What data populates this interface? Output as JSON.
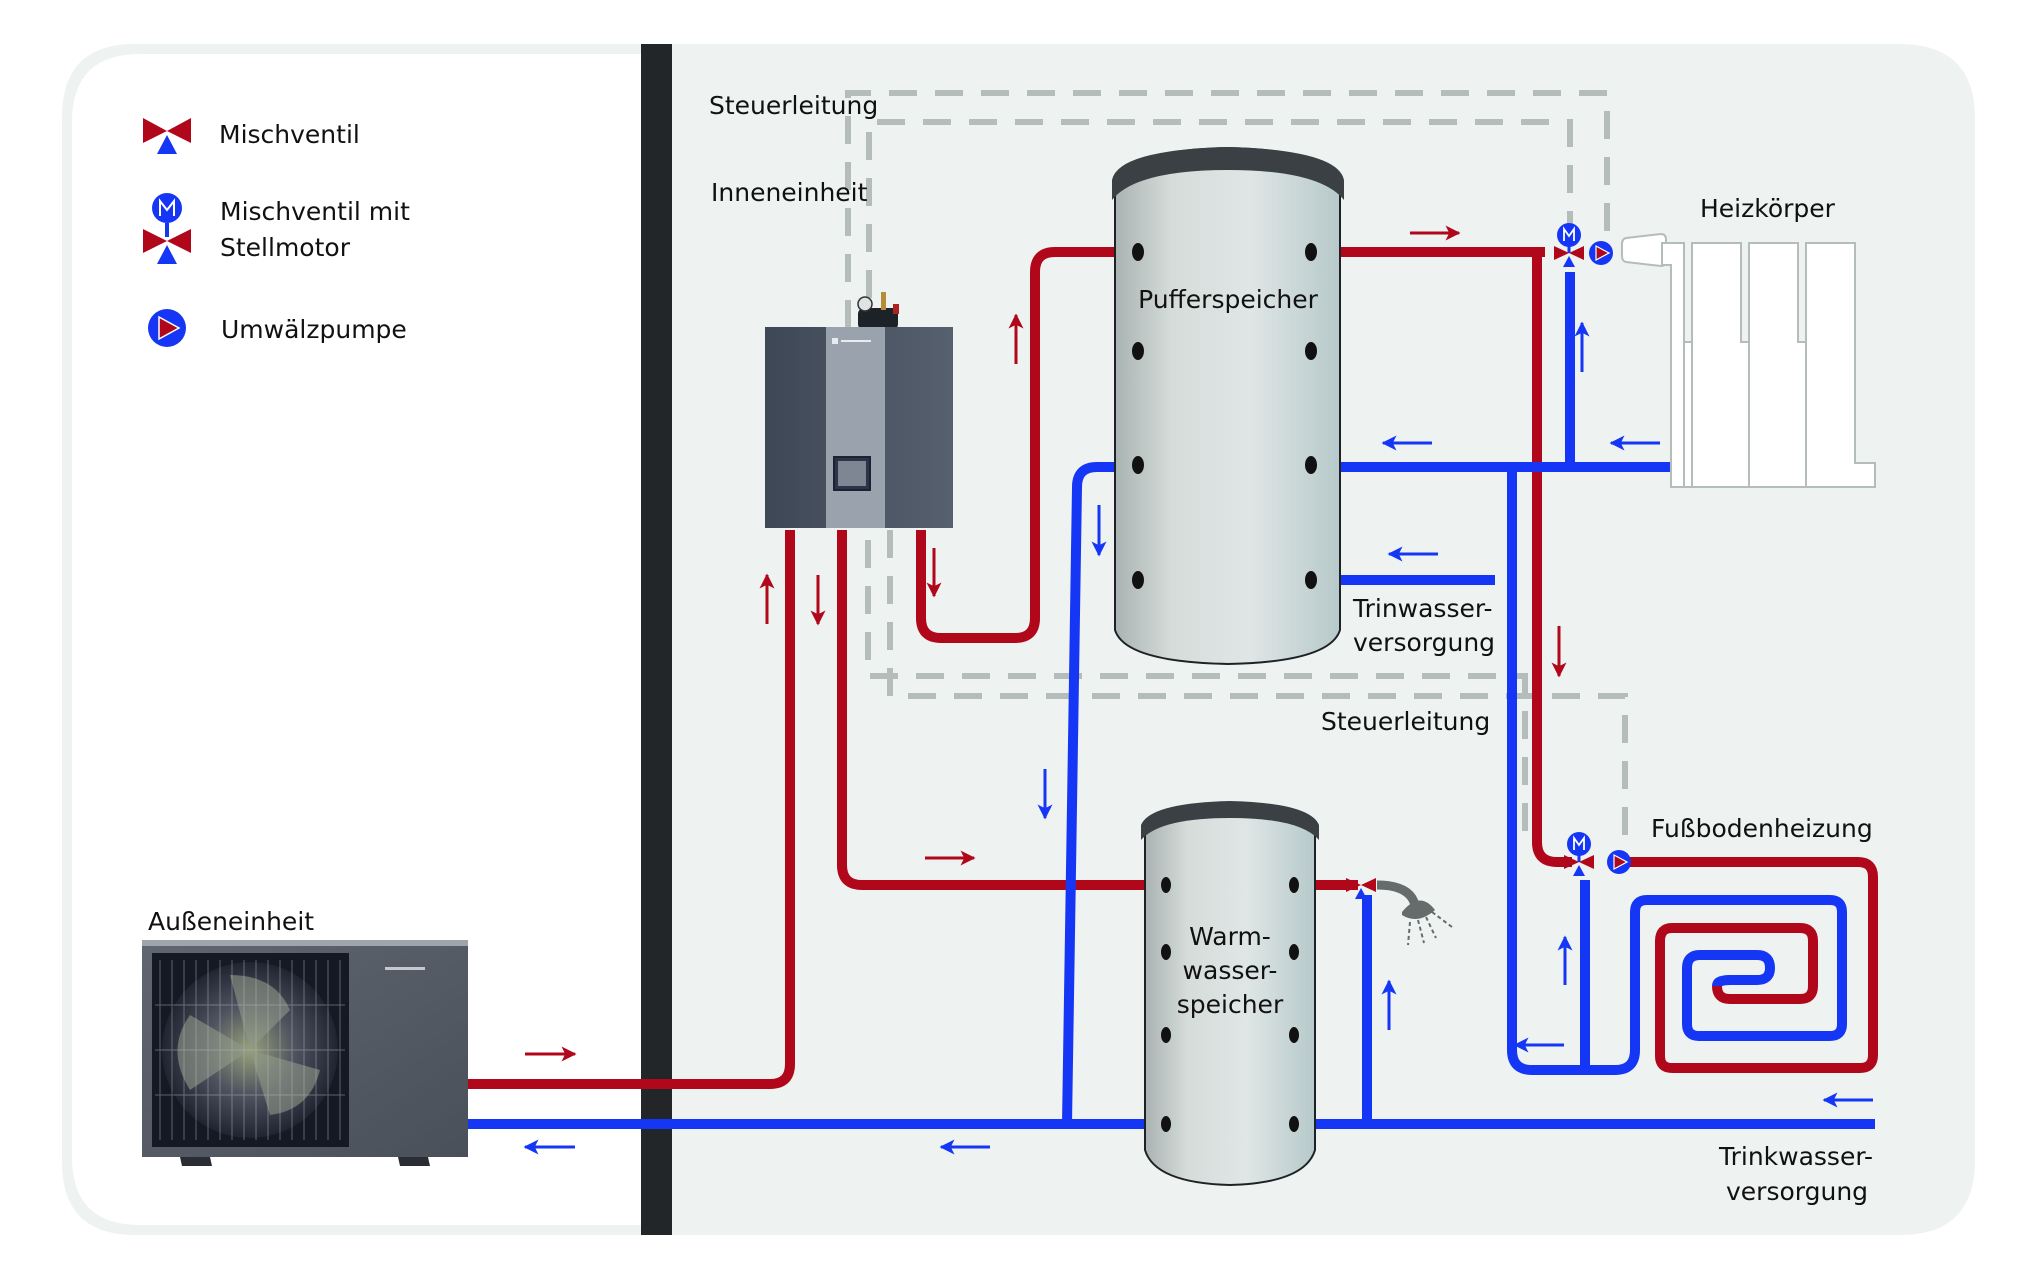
{
  "legend": {
    "items": [
      {
        "icon": "mixing-valve-icon",
        "label": "Mischventil"
      },
      {
        "icon": "motorized-mixing-valve-icon",
        "label_line1": "Mischventil mit",
        "label_line2": "Stellmotor"
      },
      {
        "icon": "circulation-pump-icon",
        "label": "Umwälzpumpe"
      }
    ]
  },
  "labels": {
    "control_line_top": "Steuerleitung",
    "control_line_bottom": "Steuerleitung",
    "indoor_unit": "Inneneinheit",
    "outdoor_unit": "Außeneinheit",
    "buffer_tank": "Pufferspeicher",
    "hot_water_tank_line1": "Warm-",
    "hot_water_tank_line2": "wasser-",
    "hot_water_tank_line3": "speicher",
    "radiator": "Heizkörper",
    "floor_heating": "Fußbodenheizung",
    "drinking_water_upper_line1": "Trinwasser-",
    "drinking_water_upper_line2": "versorgung",
    "drinking_water_lower_line1": "Trinkwasser-",
    "drinking_water_lower_line2": "versorgung"
  },
  "colors": {
    "hot_pipe": "#b0071b",
    "cold_pipe": "#1537f5",
    "control_line": "#b4bdba",
    "wall": "#222628",
    "indoor_background": "#eef2f1"
  }
}
